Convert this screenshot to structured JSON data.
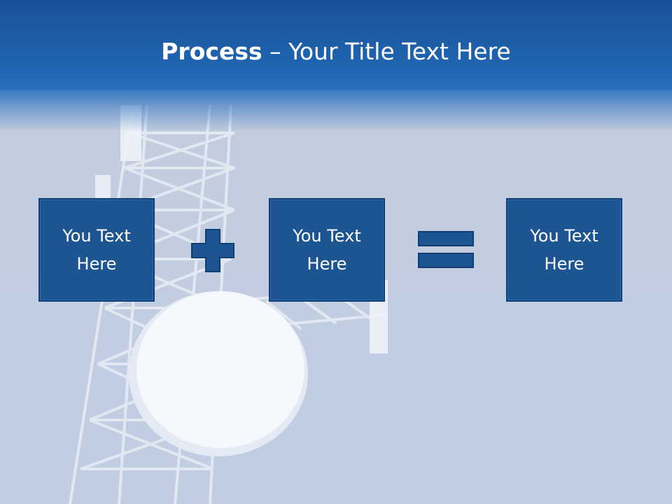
{
  "slide": {
    "title_bold": "Process",
    "title_rest": " – Your Title Text Here",
    "boxes": [
      {
        "text": "You Text Here"
      },
      {
        "text": "You Text Here"
      },
      {
        "text": "You Text Here"
      }
    ],
    "operators": [
      "plus-icon",
      "equals-icon"
    ],
    "colors": {
      "header": "#1f64b0",
      "box_fill": "#1c5592",
      "box_border": "#0f3f73",
      "background": "#c2cde0"
    }
  }
}
